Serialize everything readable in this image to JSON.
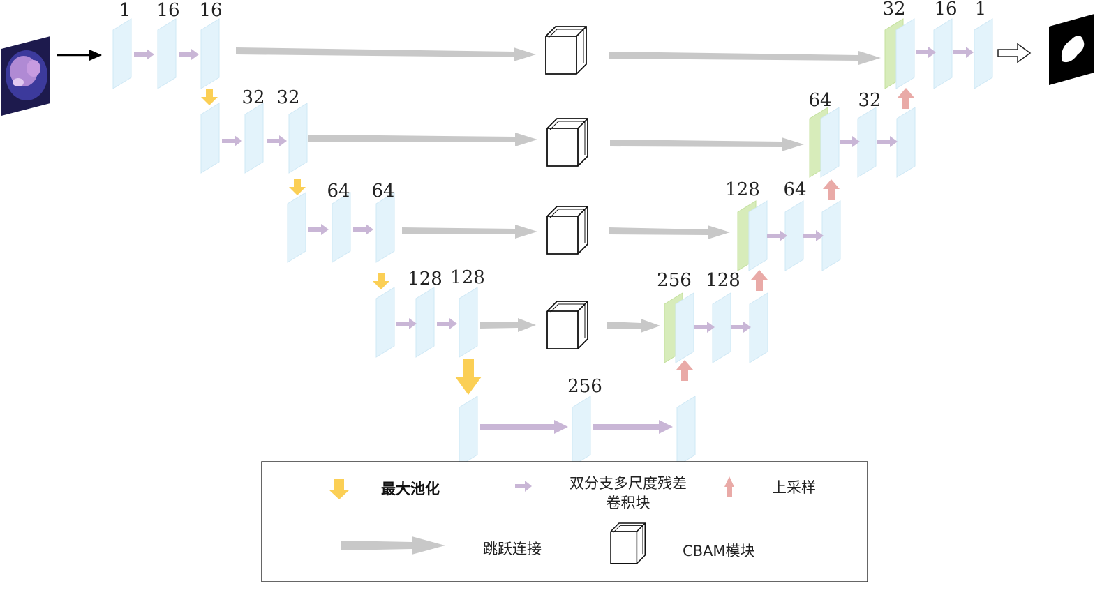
{
  "colors": {
    "feature_map": "#e3f3fb",
    "concat_map": "#d7ecba",
    "conv_arrow": "#c9b6d6",
    "skip_arrow": "#c8c8c8",
    "maxpool_arrow": "#fbcf55",
    "upsample_arrow": "#e9aaa7"
  },
  "encoder": {
    "level1": [
      "1",
      "16",
      "16"
    ],
    "level2": [
      "32",
      "32"
    ],
    "level3": [
      "64",
      "64"
    ],
    "level4": [
      "128",
      "128"
    ]
  },
  "bottleneck": [
    "256"
  ],
  "decoder": {
    "level4": [
      "256",
      "128"
    ],
    "level3": [
      "128",
      "64"
    ],
    "level2": [
      "64",
      "32"
    ],
    "level1": [
      "32",
      "16",
      "1"
    ]
  },
  "legend": {
    "maxpool": "最大池化",
    "conv_line1": "双分支多尺度残差",
    "conv_line2": "卷积块",
    "upsample": "上采样",
    "skip": "跳跃连接",
    "cbam": "CBAM模块"
  }
}
